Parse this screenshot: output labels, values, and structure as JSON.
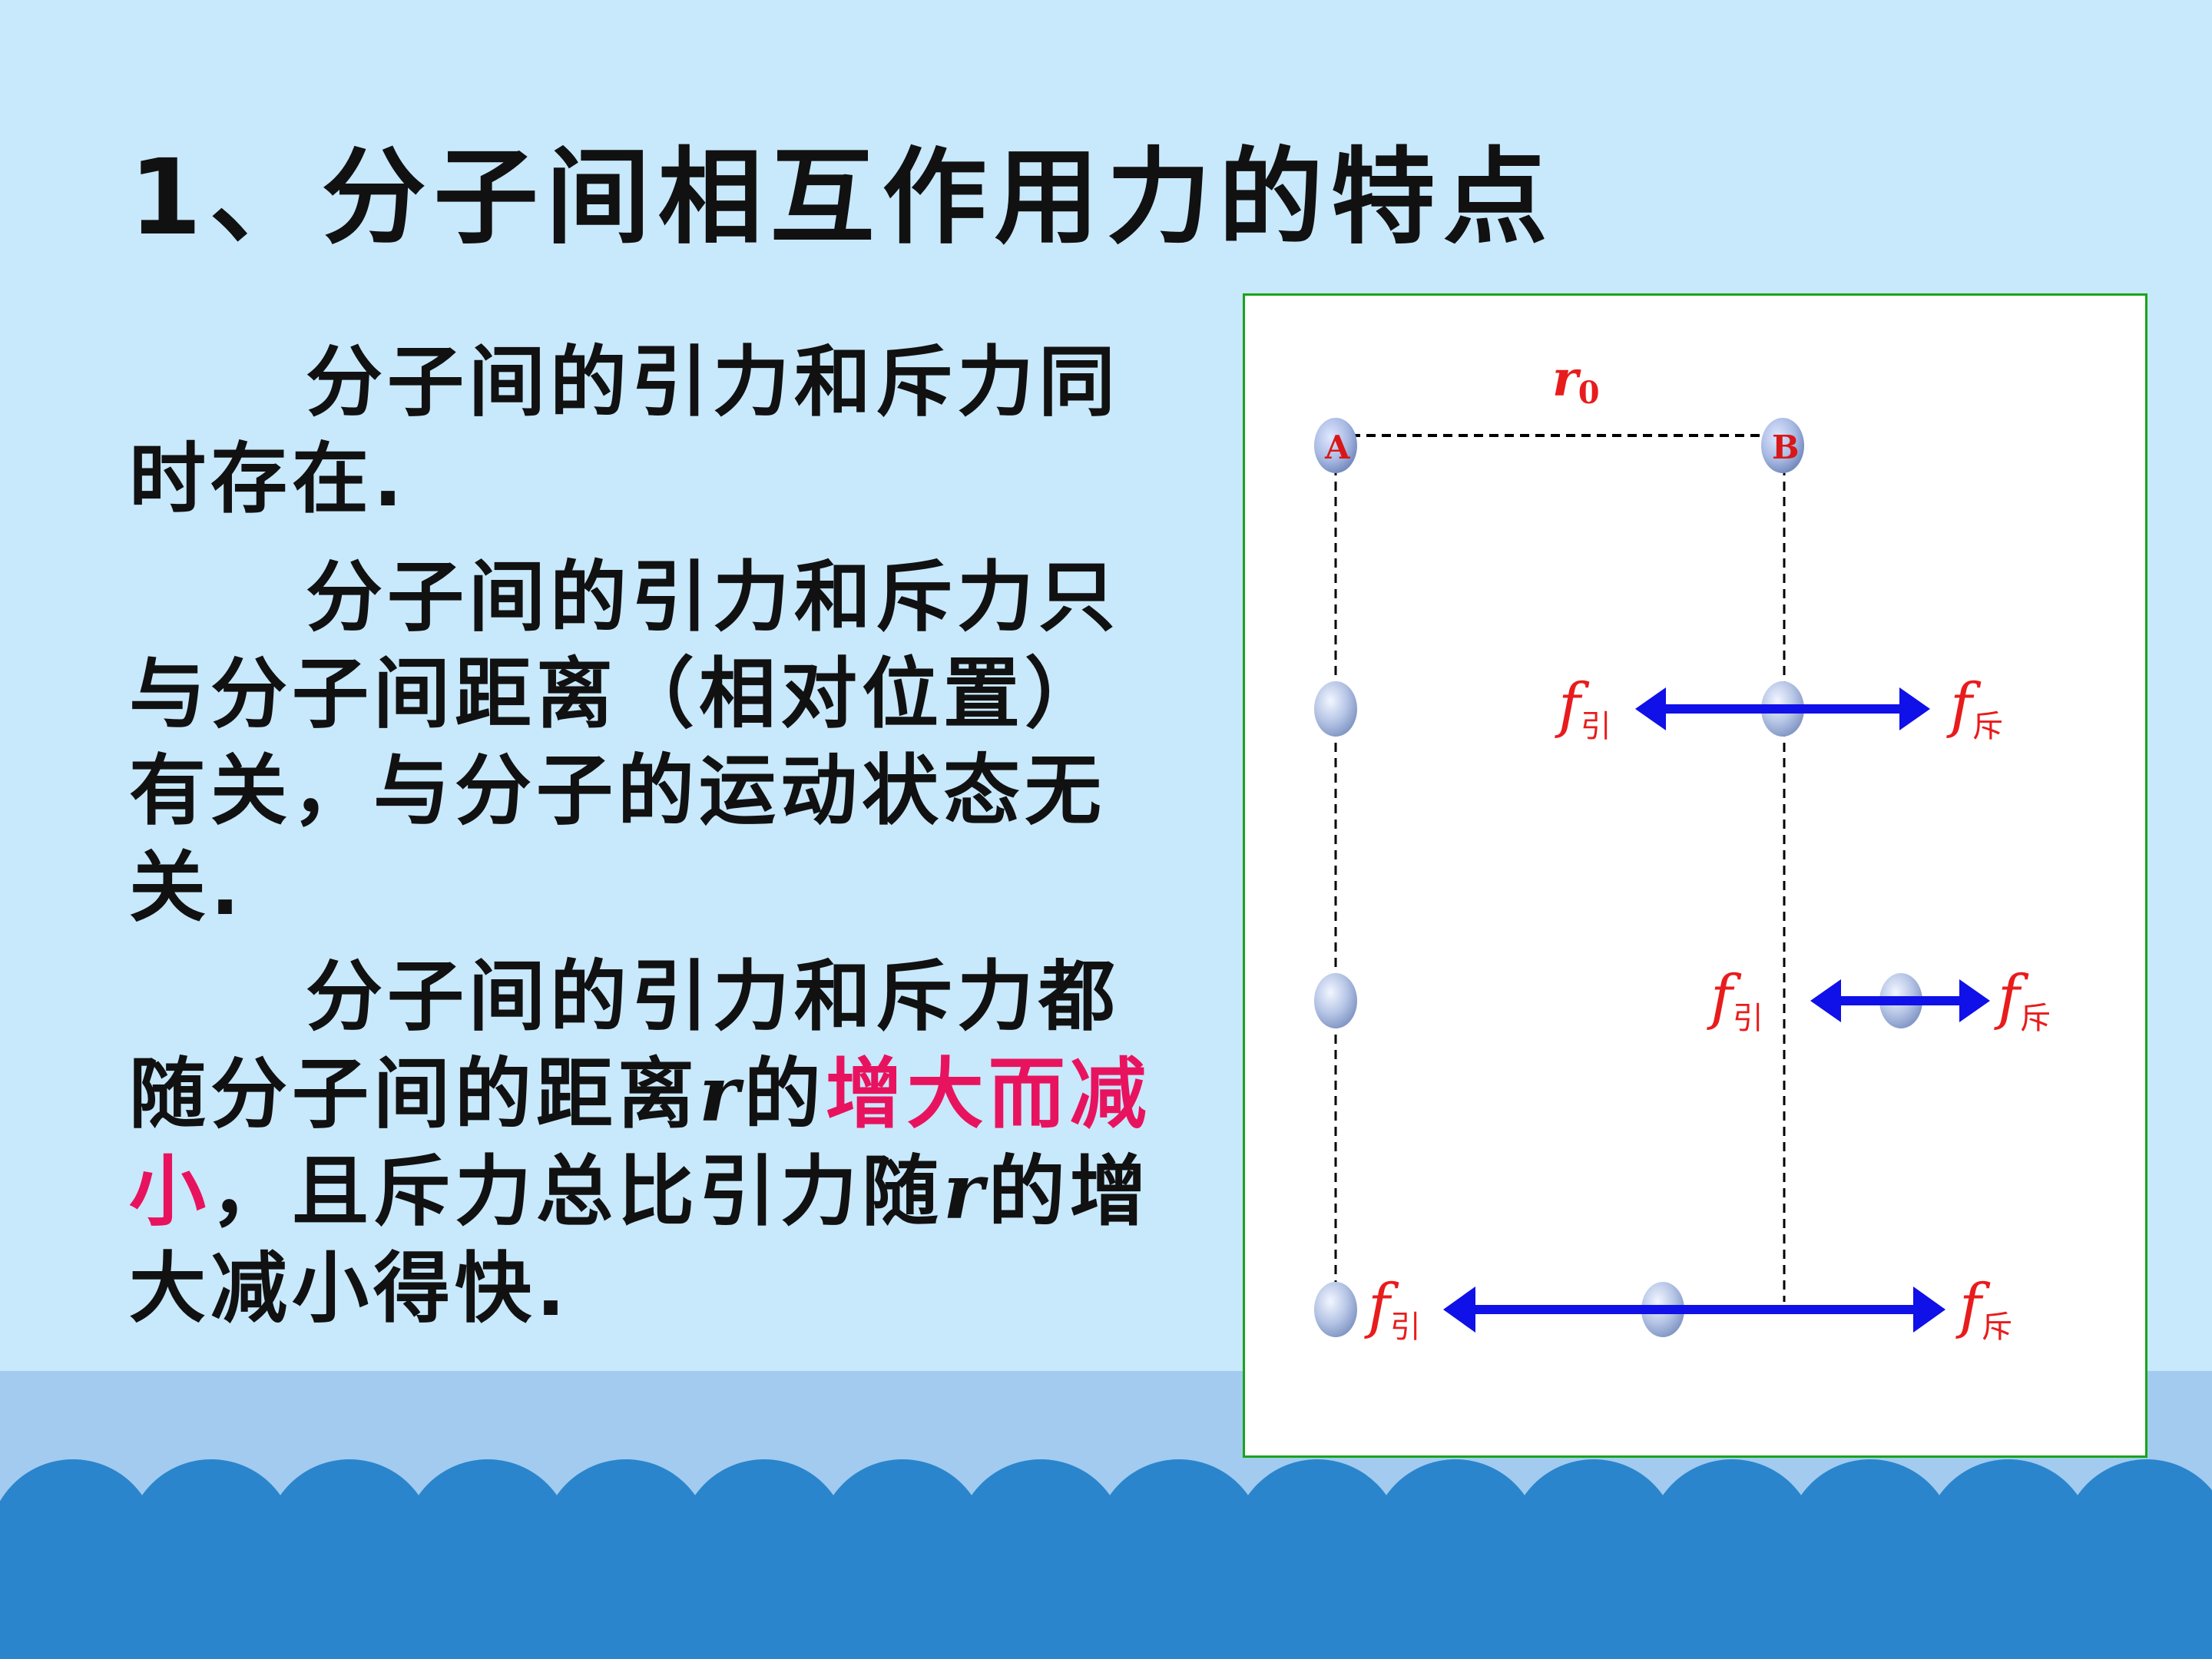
{
  "title": "1、分子间相互作用力的特点",
  "paragraphs": {
    "p1": [
      "分子间的引力和斥力同",
      "时存在."
    ],
    "p2": [
      "分子间的引力和斥力只",
      "与分子间距离（相对位置）",
      "有关，与分子的运动状态无",
      "关."
    ],
    "p3": {
      "line1": "分子间的引力和斥力都",
      "line2_a": "随分子间的距离",
      "var_r": "r",
      "line2_b": "的",
      "highlight_a": "增大而减",
      "highlight_b": "小",
      "line3_a": "，且斥力总比引力随",
      "line3_b": "的增",
      "line4": "大减小得快."
    }
  },
  "diagram": {
    "r0_var": "r",
    "r0_sub": "0",
    "molecule_a": "A",
    "molecule_b": "B",
    "f_var": "f",
    "attract_sub": "引",
    "repel_sub": "斥"
  },
  "colors": {
    "background": "#c8e8fb",
    "band": "#a2cbef",
    "wave": "#2a85cc",
    "highlight": "#e8135e",
    "arrow": "#1010e8",
    "diagram_label": "#e81c1c",
    "diagram_border": "#1aa31a"
  }
}
